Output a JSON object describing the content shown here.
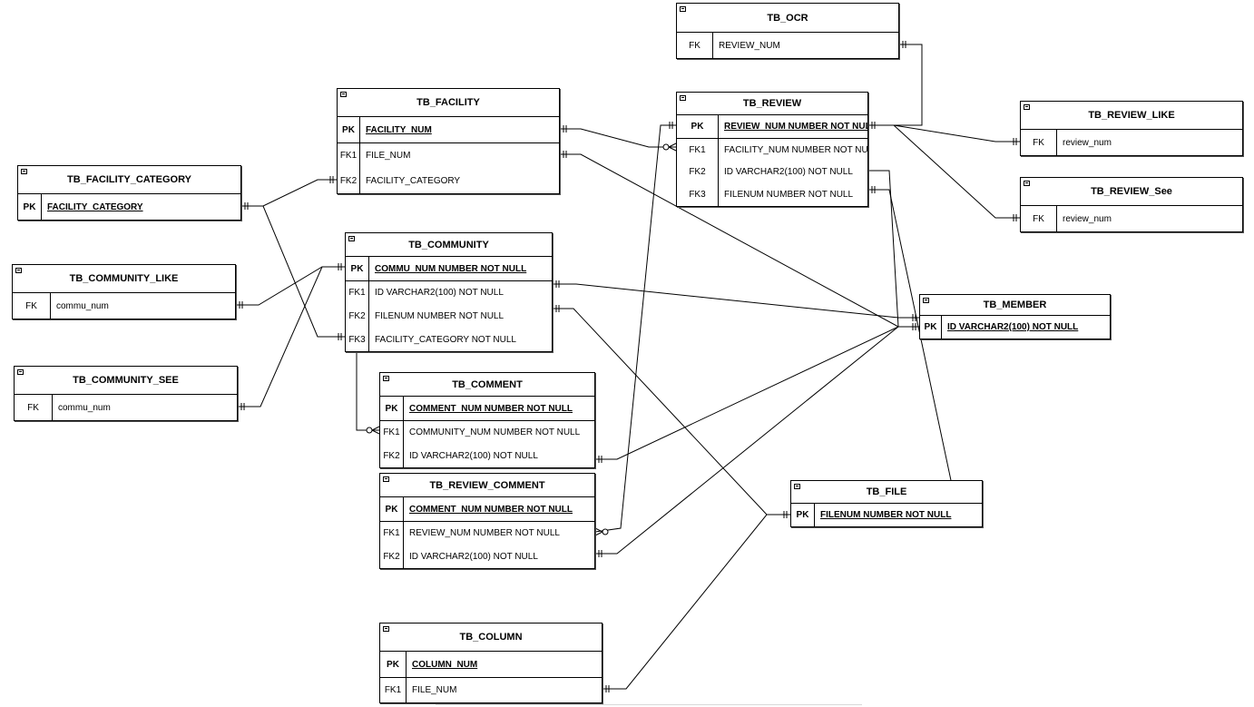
{
  "tables": [
    {
      "id": "ocr",
      "name": "TB_OCR",
      "rows": [
        {
          "key": "FK",
          "text": "REVIEW_NUM"
        }
      ]
    },
    {
      "id": "facility",
      "name": "TB_FACILITY",
      "rows": [
        {
          "key": "PK",
          "text": "FACILITY_NUM",
          "pk": true
        },
        {
          "key": "FK1",
          "text": "FILE_NUM"
        },
        {
          "key": "FK2",
          "text": "FACILITY_CATEGORY"
        }
      ]
    },
    {
      "id": "review",
      "name": "TB_REVIEW",
      "rows": [
        {
          "key": "PK",
          "text": "REVIEW_NUM NUMBER NOT NULL",
          "pk": true
        },
        {
          "key": "FK1",
          "text": "FACILITY_NUM NUMBER NOT NULL"
        },
        {
          "key": "FK2",
          "text": "ID VARCHAR2(100) NOT NULL"
        },
        {
          "key": "FK3",
          "text": "FILENUM NUMBER NOT NULL"
        }
      ]
    },
    {
      "id": "review_like",
      "name": "TB_REVIEW_LIKE",
      "rows": [
        {
          "key": "FK",
          "text": "review_num"
        }
      ]
    },
    {
      "id": "review_see",
      "name": "TB_REVIEW_See",
      "rows": [
        {
          "key": "FK",
          "text": "review_num"
        }
      ]
    },
    {
      "id": "facility_category",
      "name": "TB_FACILITY_CATEGORY",
      "rows": [
        {
          "key": "PK",
          "text": "FACILITY_CATEGORY",
          "pk": true
        }
      ]
    },
    {
      "id": "community",
      "name": "TB_COMMUNITY",
      "rows": [
        {
          "key": "PK",
          "text": "COMMU_NUM NUMBER NOT NULL",
          "pk": true
        },
        {
          "key": "FK1",
          "text": "ID VARCHAR2(100) NOT NULL"
        },
        {
          "key": "FK2",
          "text": "FILENUM NUMBER NOT NULL"
        },
        {
          "key": "FK3",
          "text": "FACILITY_CATEGORY NOT NULL"
        }
      ]
    },
    {
      "id": "community_like",
      "name": "TB_COMMUNITY_LIKE",
      "rows": [
        {
          "key": "FK",
          "text": "commu_num"
        }
      ]
    },
    {
      "id": "community_see",
      "name": "TB_COMMUNITY_SEE",
      "rows": [
        {
          "key": "FK",
          "text": "commu_num"
        }
      ]
    },
    {
      "id": "member",
      "name": "TB_MEMBER",
      "rows": [
        {
          "key": "PK",
          "text": "ID VARCHAR2(100) NOT NULL",
          "pk": true
        }
      ]
    },
    {
      "id": "comment",
      "name": "TB_COMMENT",
      "rows": [
        {
          "key": "PK",
          "text": "COMMENT_NUM NUMBER NOT NULL",
          "pk": true
        },
        {
          "key": "FK1",
          "text": "COMMUNITY_NUM NUMBER NOT NULL"
        },
        {
          "key": "FK2",
          "text": "ID VARCHAR2(100) NOT NULL"
        }
      ]
    },
    {
      "id": "review_comment",
      "name": "TB_REVIEW_COMMENT",
      "rows": [
        {
          "key": "PK",
          "text": "COMMENT_NUM NUMBER NOT NULL",
          "pk": true
        },
        {
          "key": "FK1",
          "text": "REVIEW_NUM NUMBER NOT NULL"
        },
        {
          "key": "FK2",
          "text": "ID VARCHAR2(100) NOT NULL"
        }
      ]
    },
    {
      "id": "file",
      "name": "TB_FILE",
      "rows": [
        {
          "key": "PK",
          "text": "FILENUM NUMBER NOT NULL",
          "pk": true
        }
      ]
    },
    {
      "id": "column",
      "name": "TB_COLUMN",
      "rows": [
        {
          "key": "PK",
          "text": "COLUMN_NUM",
          "pk": true
        },
        {
          "key": "FK1",
          "text": "FILE_NUM"
        }
      ]
    }
  ]
}
